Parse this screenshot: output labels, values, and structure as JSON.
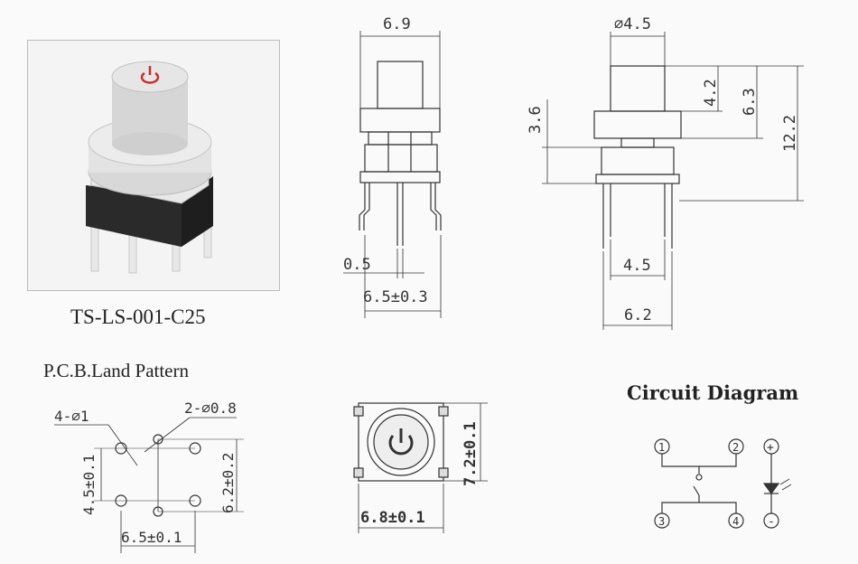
{
  "part_number": "TS-LS-001-C25",
  "pcb_title": "P.C.B.Land Pattern",
  "circuit_title": "Circuit Diagram",
  "front_view": {
    "width": "6.9",
    "pin": "0.5",
    "pitch": "6.5±0.3"
  },
  "side_view": {
    "dia": "⌀4.5",
    "h1": "4.2",
    "h2": "6.3",
    "h3": "12.2",
    "h4": "3.6",
    "pitch": "4.5",
    "width": "6.2"
  },
  "pcb": {
    "big_holes": "4-⌀1",
    "small_holes": "2-⌀0.8",
    "v_pitch": "4.5±0.1",
    "h_pitch": "6.5±0.1",
    "v_outer": "6.2±0.2"
  },
  "top_view": {
    "height": "7.2±0.1",
    "width": "6.8±0.1"
  },
  "circuit": {
    "pin1": "1",
    "pin2": "2",
    "pin3": "3",
    "pin4": "4",
    "led_plus": "+",
    "led_minus": "-"
  },
  "colors": {
    "line": "#333333",
    "accent_red": "#c8302a"
  }
}
